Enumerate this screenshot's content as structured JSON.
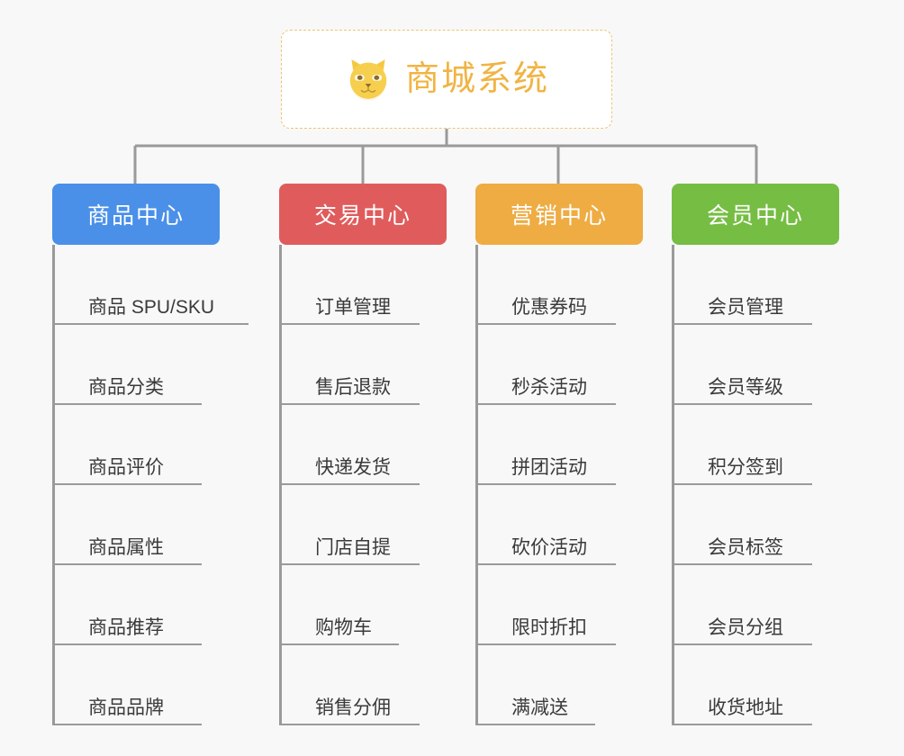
{
  "diagram": {
    "type": "mind-map",
    "title": "商城系统",
    "background_color": "#f8f8f8",
    "root": {
      "label": "商城系统",
      "icon": "shiba-inu-dog-face-icon",
      "text_color": "#f0b443",
      "border_color": "#edc374"
    },
    "link_color": "#9a9a9a",
    "branches": [
      {
        "label": "商品中心",
        "color": "#4a90e8",
        "items": [
          "商品 SPU/SKU",
          "商品分类",
          "商品评价",
          "商品属性",
          "商品推荐",
          "商品品牌"
        ]
      },
      {
        "label": "交易中心",
        "color": "#e05c5c",
        "items": [
          "订单管理",
          "售后退款",
          "快递发货",
          "门店自提",
          "购物车",
          "销售分佣"
        ]
      },
      {
        "label": "营销中心",
        "color": "#eeac43",
        "items": [
          "优惠券码",
          "秒杀活动",
          "拼团活动",
          "砍价活动",
          "限时折扣",
          "满减送"
        ]
      },
      {
        "label": "会员中心",
        "color": "#76bd43",
        "items": [
          "会员管理",
          "会员等级",
          "积分签到",
          "会员标签",
          "会员分组",
          "收货地址"
        ]
      }
    ]
  }
}
